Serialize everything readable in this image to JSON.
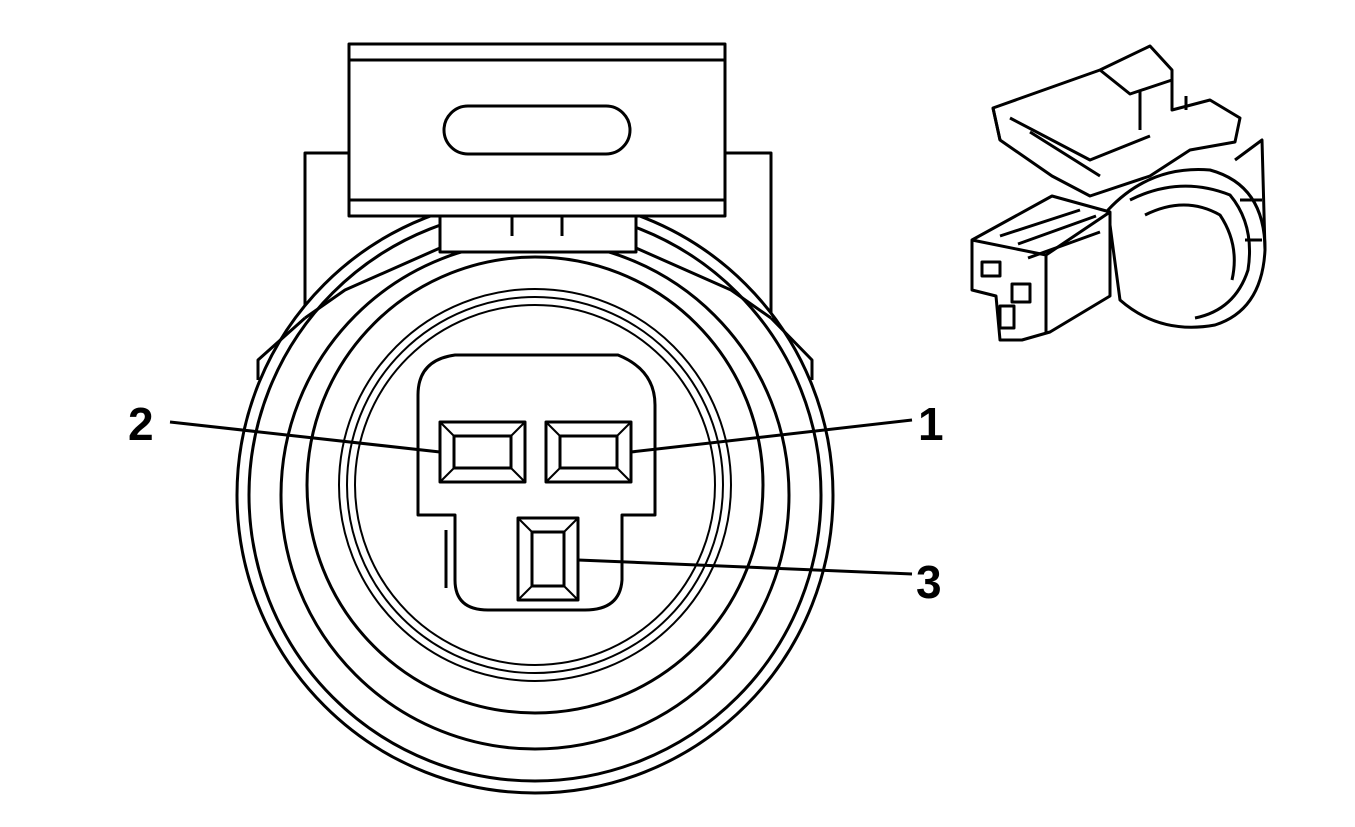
{
  "callouts": {
    "pin_1": "1",
    "pin_2": "2",
    "pin_3": "3"
  },
  "colors": {
    "line": "#000000",
    "background": "#ffffff"
  }
}
